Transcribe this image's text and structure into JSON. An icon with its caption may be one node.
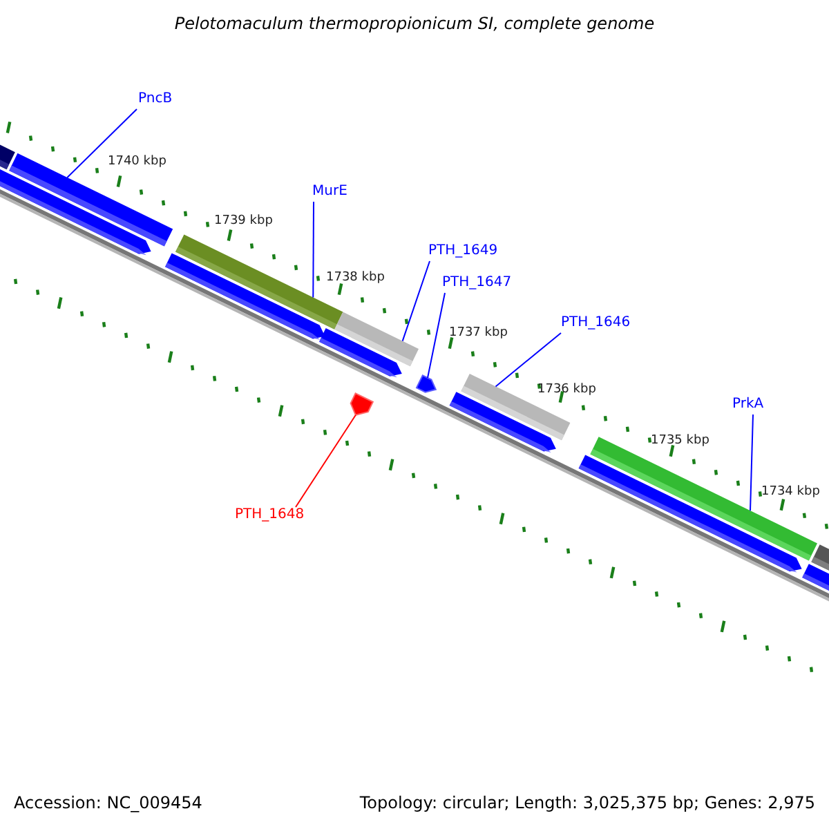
{
  "diagram": {
    "title": "Pelotomaculum thermopropionicum SI, complete genome",
    "nodes": [
      {
        "text": [
          "PncB"
        ]
      },
      {
        "text": [
          "MurE"
        ]
      },
      {
        "text": [
          "PTH_1649"
        ]
      },
      {
        "text": [
          "PTH_1647"
        ]
      },
      {
        "text": [
          "PTH_1646"
        ]
      },
      {
        "text": [
          "PrkA"
        ]
      },
      {
        "text": [
          "PTH_1648"
        ]
      },
      {
        "text": [],
        "shape": "bar"
      },
      {
        "text": [],
        "shape": "bar"
      },
      {
        "text": [],
        "shape": "bar"
      },
      {
        "text": [],
        "shape": "pentagon"
      },
      {
        "text": [],
        "shape": "pentagon"
      },
      {
        "text": [],
        "shape": "bar"
      },
      {
        "text": [],
        "shape": "bar"
      }
    ],
    "edges": [
      {
        "from": 0,
        "to": 7,
        "arrow": "none"
      },
      {
        "from": 1,
        "to": 8,
        "arrow": "none"
      },
      {
        "from": 2,
        "to": 9,
        "arrow": "none"
      },
      {
        "from": 3,
        "to": 11,
        "arrow": "none"
      },
      {
        "from": 4,
        "to": 12,
        "arrow": "none"
      },
      {
        "from": 5,
        "to": 13,
        "arrow": "none"
      },
      {
        "from": 6,
        "to": 10,
        "arrow": "none",
        "color": "#ff0000"
      }
    ],
    "labels": [
      "1740 kbp",
      "1739 kbp",
      "1738 kbp",
      "1737 kbp",
      "1736 kbp",
      "1735 kbp",
      "1734 kbp",
      "Accession: NC_009454",
      "Topology: circular; Length: 3,025,375 bp; Genes: 2,975"
    ]
  }
}
